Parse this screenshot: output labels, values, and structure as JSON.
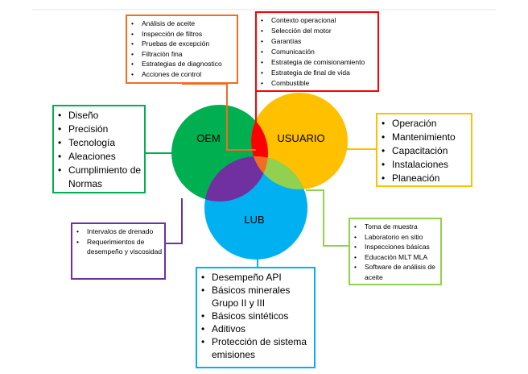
{
  "circles": {
    "oem": {
      "label": "OEM",
      "color": "#00b050"
    },
    "usuario": {
      "label": "USUARIO",
      "color": "#ffc000"
    },
    "lub": {
      "label": "LUB",
      "color": "#00b0f0"
    },
    "overlap_oem_usuario": "#ff0000",
    "overlap_oem_lub": "#7030a0",
    "overlap_usuario_lub": "#92d050",
    "overlap_center": "#f36c21"
  },
  "boxes": {
    "top_left": {
      "border": "#f36c21",
      "items": [
        "Análisis de aceite",
        "Inspección de filtros",
        "Pruebas de excepción",
        "Filtración fina",
        "Estrategias de diagnostico",
        "Acciones de control"
      ]
    },
    "top_right": {
      "border": "#ff0000",
      "items": [
        "Contexto operacional",
        "Selección del motor",
        "Garantías",
        "Comunicación",
        "Estrategia de comisionamiento",
        "Estrategia de final de vida",
        "Combustible"
      ]
    },
    "left": {
      "border": "#00b050",
      "items": [
        "Diseño",
        "Precisión",
        "Tecnología",
        "Aleaciones",
        "Cumplimiento de Normas"
      ]
    },
    "right": {
      "border": "#ffc000",
      "items": [
        "Operación",
        "Mantenimiento",
        "Capacitación",
        "Instalaciones",
        "Planeación"
      ]
    },
    "bottom_left": {
      "border": "#7030a0",
      "items": [
        "Intervalos de drenado",
        "Requerimientos de desempeño y viscosidad"
      ]
    },
    "bottom_right": {
      "border": "#92d050",
      "items": [
        "Toma de muestra",
        "Laboratorio en sitio",
        "Inspecciones básicas",
        "Educación MLT MLA",
        "Software de análisis de aceite"
      ]
    },
    "bottom": {
      "border": "#00b0f0",
      "items": [
        "Desempeño API",
        "Básicos minerales Grupo II y III",
        "Básicos sintéticos",
        "Aditivos",
        "Protección de sistema emisiones"
      ]
    }
  }
}
